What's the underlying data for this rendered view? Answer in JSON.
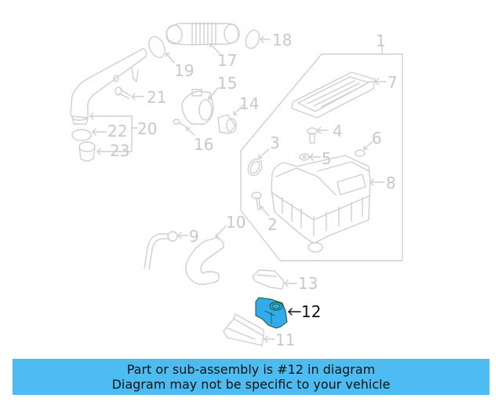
{
  "diagram": {
    "highlighted_part": "12",
    "colors": {
      "line": "#cfcfcf",
      "label": "#c8c8c8",
      "highlight_fill": "#33aaee",
      "highlight_stroke": "#1a5a1a",
      "active_label": "#111111"
    },
    "callouts": [
      {
        "id": "1",
        "label": "1"
      },
      {
        "id": "2",
        "label": "2"
      },
      {
        "id": "3",
        "label": "3"
      },
      {
        "id": "4",
        "label": "4"
      },
      {
        "id": "5",
        "label": "5"
      },
      {
        "id": "6",
        "label": "6"
      },
      {
        "id": "7",
        "label": "7"
      },
      {
        "id": "8",
        "label": "8"
      },
      {
        "id": "9",
        "label": "9"
      },
      {
        "id": "10",
        "label": "10"
      },
      {
        "id": "11",
        "label": "11"
      },
      {
        "id": "12",
        "label": "12"
      },
      {
        "id": "13",
        "label": "13"
      },
      {
        "id": "14",
        "label": "14"
      },
      {
        "id": "15",
        "label": "15"
      },
      {
        "id": "16",
        "label": "16"
      },
      {
        "id": "17",
        "label": "17"
      },
      {
        "id": "18",
        "label": "18"
      },
      {
        "id": "19",
        "label": "19"
      },
      {
        "id": "20",
        "label": "20"
      },
      {
        "id": "21",
        "label": "21"
      },
      {
        "id": "22",
        "label": "22"
      },
      {
        "id": "23",
        "label": "23"
      }
    ]
  },
  "banner": {
    "line1": "Part or sub-assembly is #12 in diagram",
    "line2": "Diagram may not be specific to your vehicle",
    "background": "#4dbcf2"
  }
}
